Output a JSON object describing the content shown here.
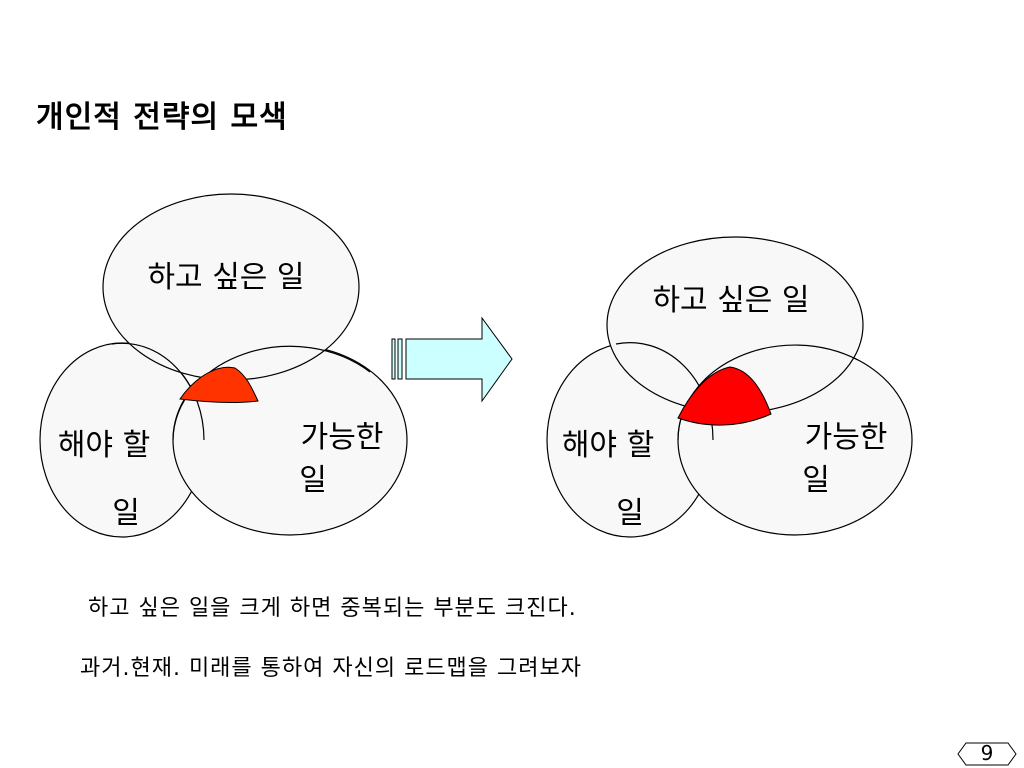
{
  "slide": {
    "title": "개인적 전략의 모색",
    "page_number": "9"
  },
  "diagram_before": {
    "want_label": "하고 싶은 일",
    "must_label_1": "해야 할",
    "must_label_2": "일",
    "can_label_1": "가능한",
    "can_label_2": "일",
    "overlap_color": "#ff3300"
  },
  "diagram_after": {
    "want_label": "하고 싶은 일",
    "must_label_1": "해야 할",
    "must_label_2": "일",
    "can_label_1": "가능한",
    "can_label_2": "일",
    "overlap_color": "#ff0000"
  },
  "arrow": {
    "color": "#ccffff"
  },
  "notes": [
    "하고 싶은 일을 크게 하면 중복되는 부분도 크진다.",
    "과거.현재. 미래를 통하여 자신의 로드맵을 그려보자"
  ]
}
